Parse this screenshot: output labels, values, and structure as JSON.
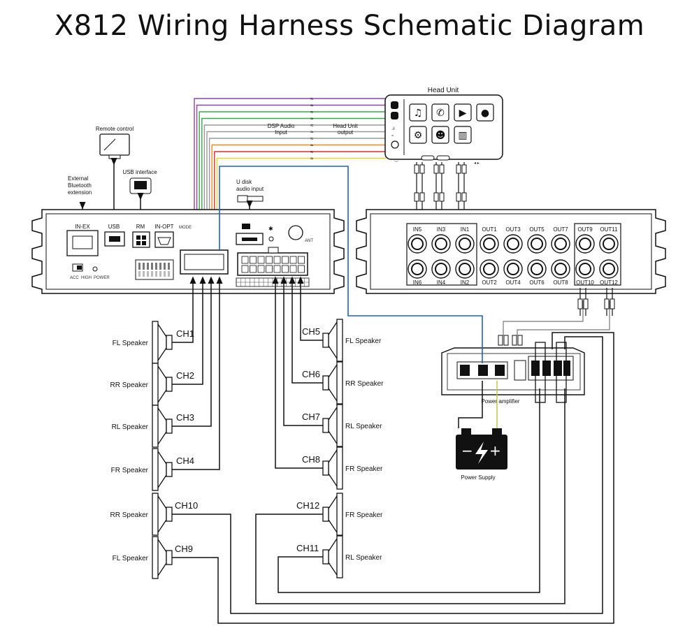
{
  "title": "X812 Wiring Harness Schematic Diagram",
  "colors": {
    "purple": "#8e44ad",
    "green": "#3aa64a",
    "grey": "#999999",
    "orange": "#f08a1c",
    "red": "#e02b2b",
    "yellow": "#e8d22a",
    "blue": "#1f5fd1",
    "olive": "#c9c34a"
  },
  "head_unit": {
    "label": "Head Unit",
    "icons": [
      "music-icon",
      "phone-icon",
      "play-icon",
      "chat-icon",
      "settings-icon",
      "contacts-icon",
      "book-icon"
    ]
  },
  "harness_labels": {
    "dsp_input": "DSP Audio\nInput",
    "hu_output": "Head Unit\noutput"
  },
  "peripherals": {
    "remote": "Remote control",
    "usb_interface": "USB interface",
    "bt_ext": "External\nBluetooth\nextension",
    "udisk": "U disk\naudio input"
  },
  "dsp_left": {
    "ports": [
      "IN-EX",
      "USB",
      "RM",
      "IN-OPT",
      "MODE"
    ],
    "ant": "ANT",
    "switch_labels": [
      "ACC",
      "HIGH",
      "POWER"
    ]
  },
  "dsp_right": {
    "top_labels": [
      "IN5",
      "IN3",
      "IN1",
      "OUT1",
      "OUT3",
      "OUT5",
      "OUT7",
      "OUT9",
      "OUT11"
    ],
    "bottom_labels": [
      "IN6",
      "IN4",
      "IN2",
      "OUT2",
      "OUT4",
      "OUT6",
      "OUT8",
      "OUT10",
      "OUT12"
    ]
  },
  "amplifier": {
    "label": "Power amplifier"
  },
  "battery": {
    "label": "Power Supply"
  },
  "left_speakers": [
    {
      "ch": "CH1",
      "name": "FL Speaker"
    },
    {
      "ch": "CH2",
      "name": "RR Speaker"
    },
    {
      "ch": "CH3",
      "name": "RL Speaker"
    },
    {
      "ch": "CH4",
      "name": "FR Speaker"
    },
    {
      "ch": "CH10",
      "name": "RR Speaker"
    },
    {
      "ch": "CH9",
      "name": "FL Speaker"
    }
  ],
  "right_speakers": [
    {
      "ch": "CH5",
      "name": "FL Speaker"
    },
    {
      "ch": "CH6",
      "name": "RR Speaker"
    },
    {
      "ch": "CH7",
      "name": "RL Speaker"
    },
    {
      "ch": "CH8",
      "name": "FR Speaker"
    },
    {
      "ch": "CH12",
      "name": "FR Speaker"
    },
    {
      "ch": "CH11",
      "name": "RL Speaker"
    }
  ]
}
